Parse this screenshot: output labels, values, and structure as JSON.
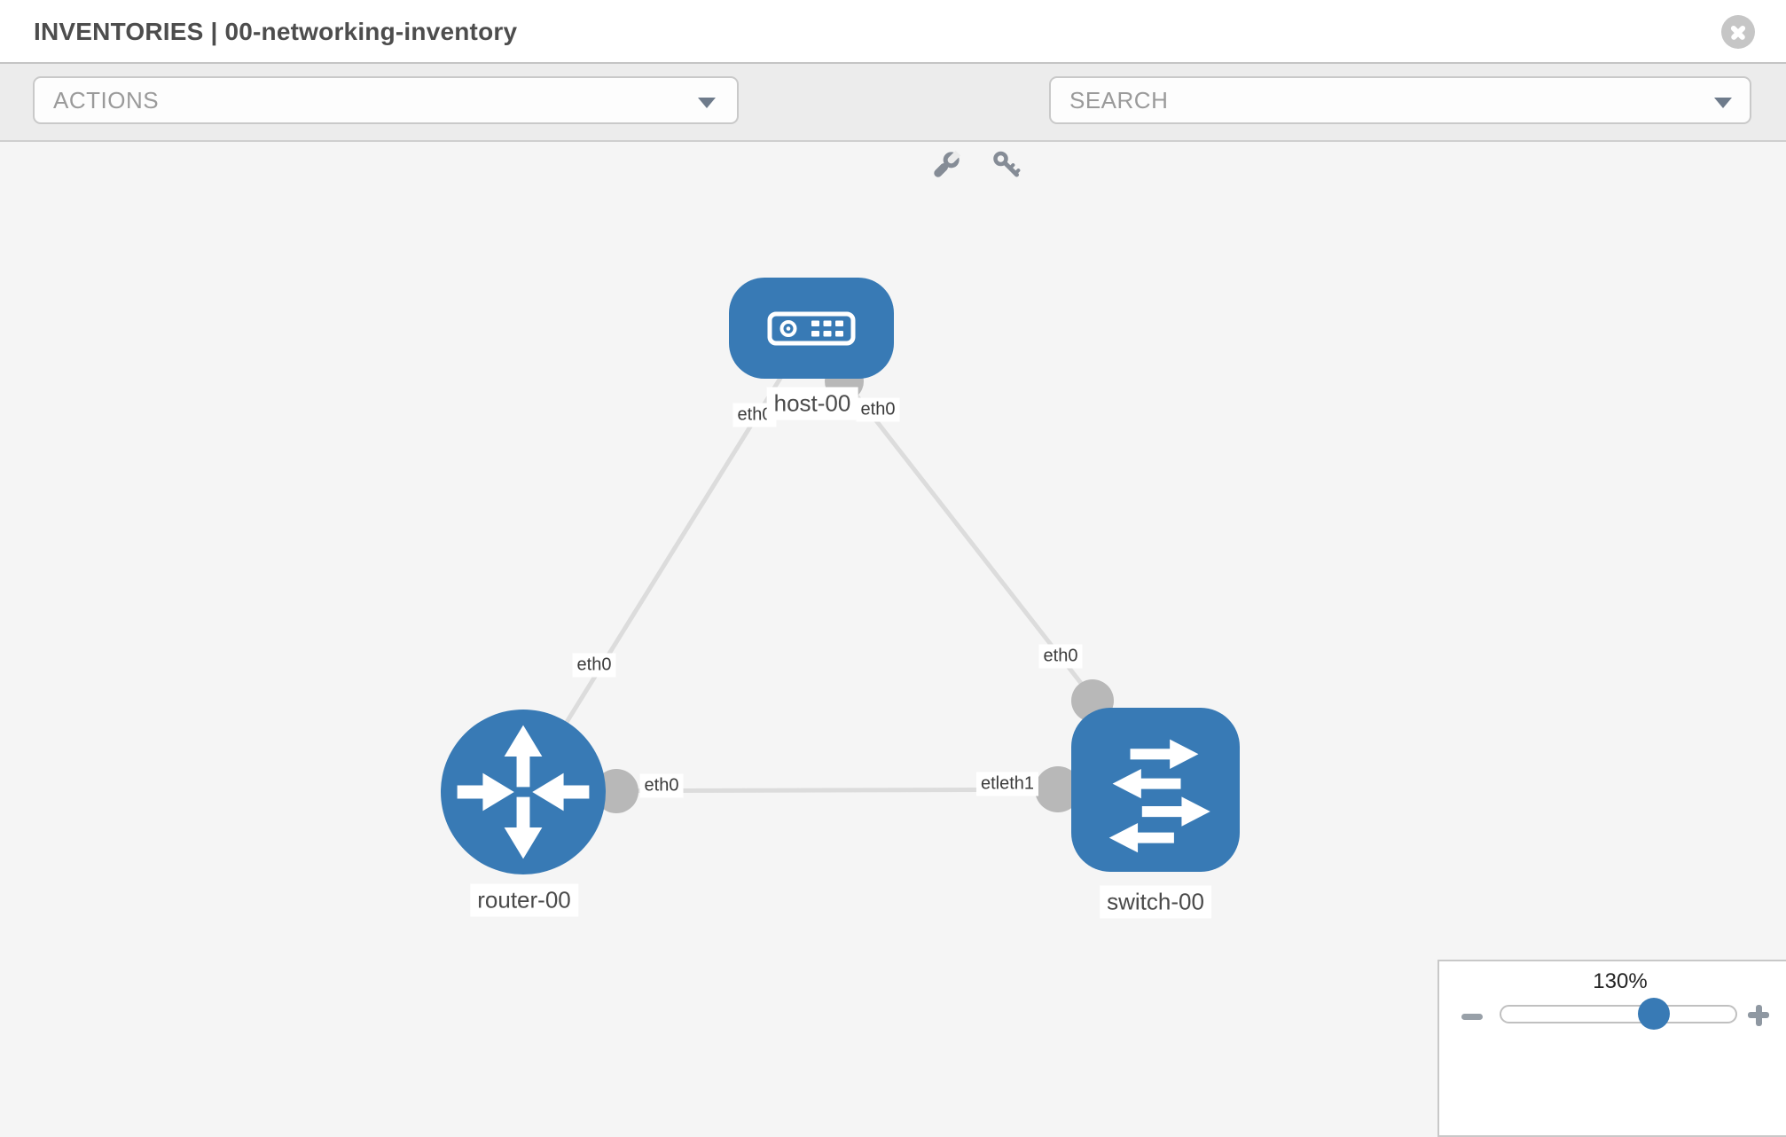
{
  "header": {
    "title": "INVENTORIES | 00-networking-inventory"
  },
  "toolbar": {
    "actions_dropdown": {
      "label": "ACTIONS"
    },
    "search_dropdown": {
      "label": "SEARCH"
    },
    "tools": [
      {
        "name": "wrench"
      },
      {
        "name": "key"
      }
    ]
  },
  "diagram": {
    "nodes": [
      {
        "label": "host-00",
        "type": "host"
      },
      {
        "label": "router-00",
        "type": "router"
      },
      {
        "label": "switch-00",
        "type": "switch"
      }
    ],
    "links": [
      {
        "from": "host-00",
        "from_interface": "eth0",
        "to": "router-00",
        "to_interface": "eth0"
      },
      {
        "from": "host-00",
        "from_interface": "eth0",
        "to": "switch-00",
        "to_interface": "eth0"
      },
      {
        "from": "router-00",
        "from_interface": "eth0",
        "to": "switch-00",
        "to_interface": "eth1",
        "to_interface_visible": "etleth1"
      }
    ]
  },
  "zoom_control": {
    "value": "130%",
    "percent": 130
  },
  "colors": {
    "node_blue": "#387ab5",
    "link_gray": "#dcdcdc",
    "connector_gray": "#b8b8b8",
    "toolbar_bg": "#ececec",
    "canvas_bg": "#f5f5f5",
    "icon_gray": "#858c96"
  }
}
